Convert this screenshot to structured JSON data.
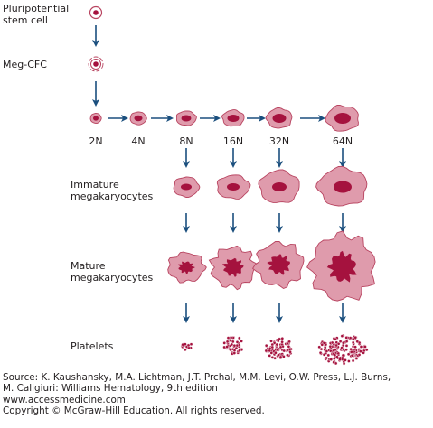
{
  "labels": {
    "stem_line1": "Pluripotential",
    "stem_line2": "stem cell",
    "meg_cfc": "Meg-CFC",
    "immature_line1": "Immature",
    "immature_line2": "megakaryocytes",
    "mature_line1": "Mature",
    "mature_line2": "megakaryocytes",
    "platelets": "Platelets"
  },
  "ploidy": [
    "2N",
    "4N",
    "8N",
    "16N",
    "32N",
    "64N"
  ],
  "colors": {
    "cell_fill": "#df9bac",
    "cell_outline": "#b84460",
    "nucleus": "#a5123e",
    "arrow": "#1b4f7e",
    "text": "#231f20"
  },
  "source": {
    "line1": "Source: K. Kaushansky, M.A. Lichtman, J.T. Prchal, M.M. Levi, O.W. Press, L.J. Burns,",
    "line2": "M. Caligiuri: Williams Hematology, 9th edition",
    "line3": "www.accessmedicine.com",
    "line4": "Copyright © McGraw-Hill Education.  All rights reserved."
  }
}
